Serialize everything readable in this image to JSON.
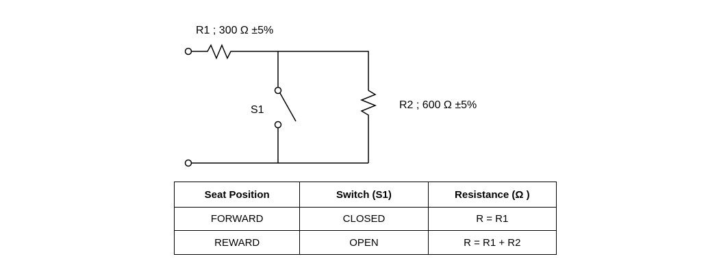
{
  "circuit": {
    "r1_label": "R1 ; 300 Ω  ±5%",
    "s1_label": "S1",
    "r2_label": "R2 ; 600 Ω  ±5%"
  },
  "table": {
    "headers": [
      "Seat Position",
      "Switch (S1)",
      "Resistance (Ω )"
    ],
    "rows": [
      [
        "FORWARD",
        "CLOSED",
        "R = R1"
      ],
      [
        "REWARD",
        "OPEN",
        "R = R1 + R2"
      ]
    ]
  },
  "colors": {
    "line": "#000000",
    "background": "#ffffff"
  }
}
